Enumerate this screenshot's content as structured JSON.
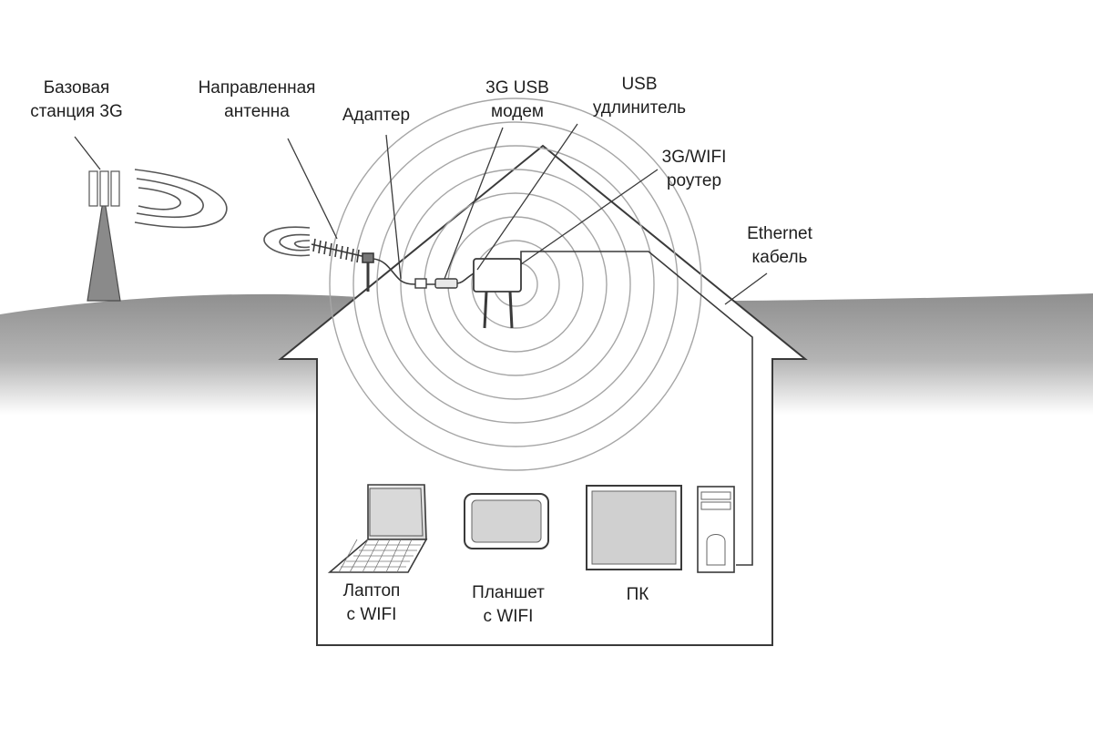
{
  "labels": {
    "base_station": [
      "Базовая",
      "станция 3G"
    ],
    "directional_antenna": [
      "Направленная",
      "антенна"
    ],
    "adapter": [
      "Адаптер"
    ],
    "usb_modem": [
      "3G USB",
      "модем"
    ],
    "usb_extender": [
      "USB",
      "удлинитель"
    ],
    "router": [
      "3G/WIFI",
      "роутер"
    ],
    "ethernet_cable": [
      "Ethernet",
      "кабель"
    ],
    "laptop": [
      "Лаптоп",
      "с WIFI"
    ],
    "tablet": [
      "Планшет",
      "с WIFI"
    ],
    "pc": [
      "ПК"
    ]
  },
  "icons": {
    "tower": "cell-tower-icon",
    "antenna": "yagi-antenna-icon",
    "router": "router-icon",
    "laptop": "laptop-icon",
    "tablet": "tablet-icon",
    "monitor": "monitor-icon",
    "pc_case": "pc-tower-icon"
  },
  "colors": {
    "ground": "#9a9a9a",
    "line": "#3a3a3a",
    "text": "#1e1e1e"
  }
}
